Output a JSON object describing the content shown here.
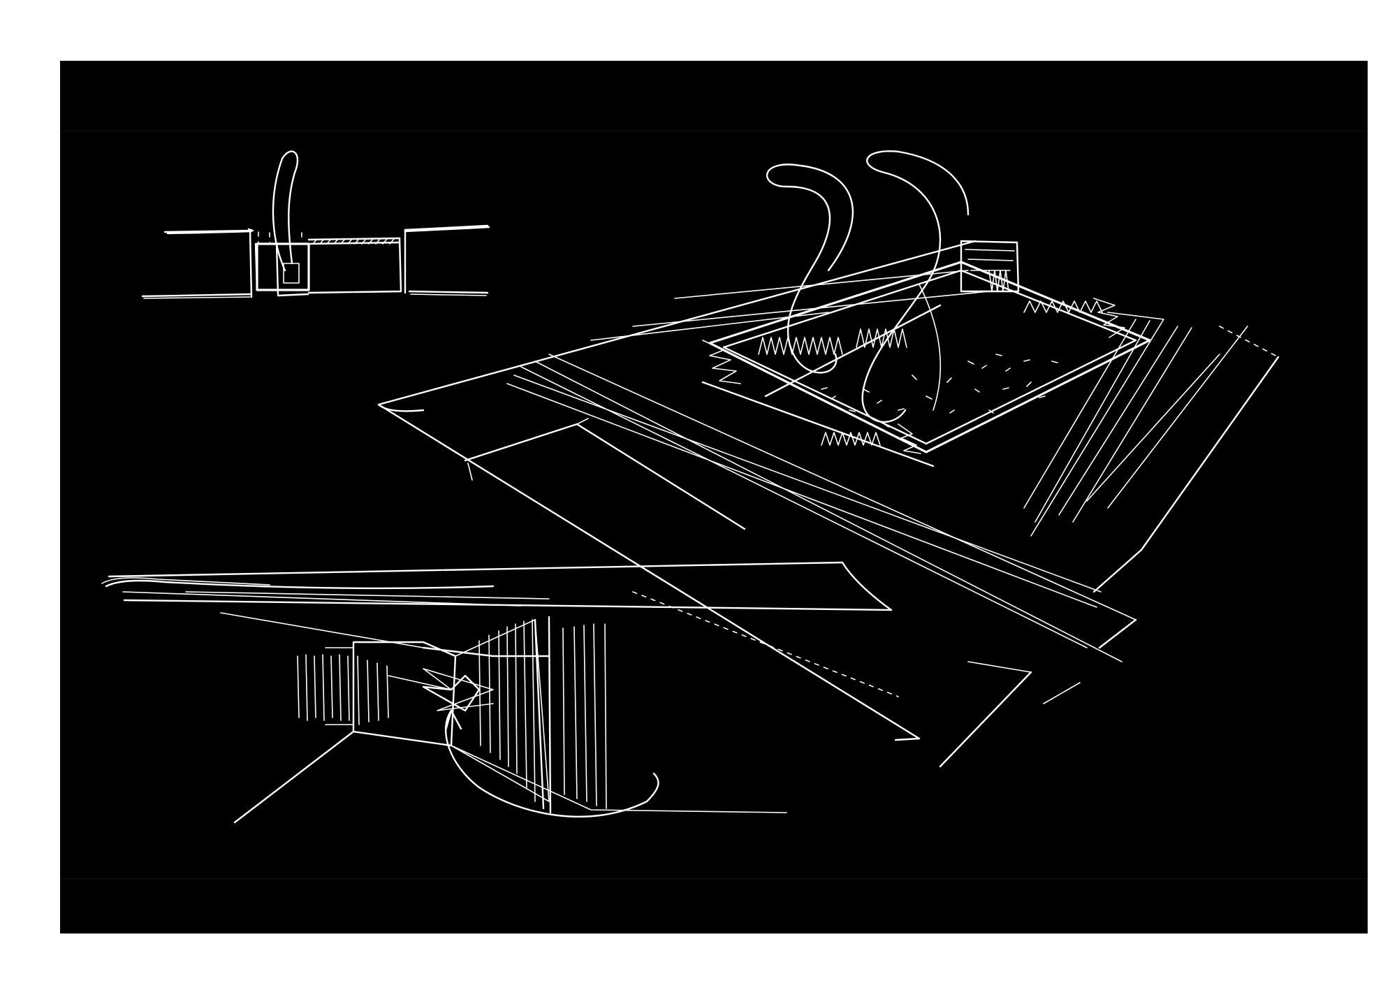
{
  "page": {
    "background_color": "#ffffff",
    "sheet_color": "#000000",
    "line_color": "#ffffff"
  },
  "sketches": [
    {
      "name": "section-sketch"
    },
    {
      "name": "perspective-sketch"
    },
    {
      "name": "aerial-perspective-sketch"
    }
  ]
}
